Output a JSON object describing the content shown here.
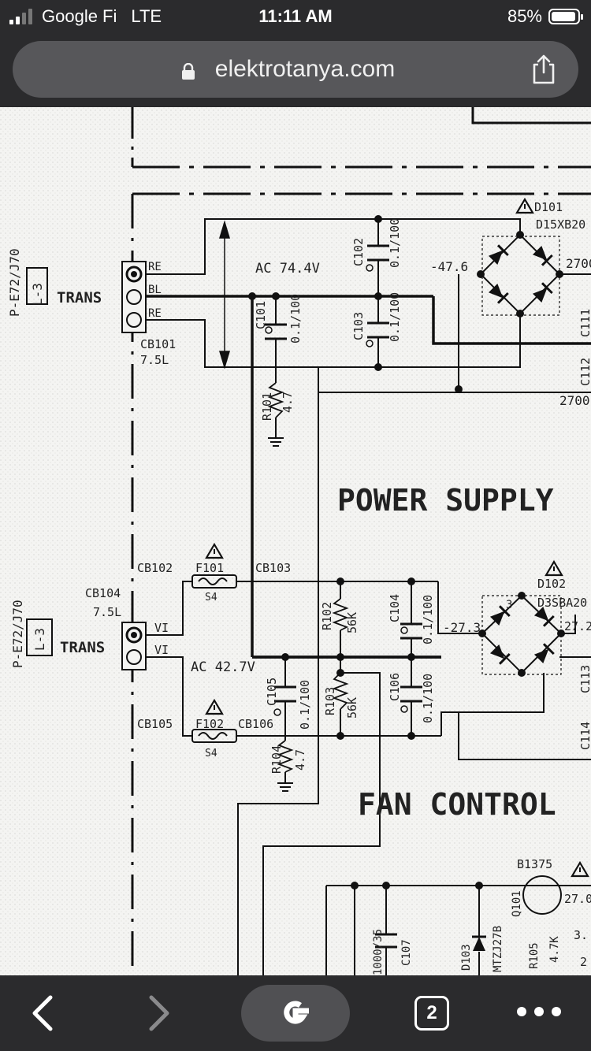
{
  "status_bar": {
    "carrier": "Google Fi",
    "network": "LTE",
    "time": "11:11 AM",
    "battery": "85%",
    "battery_level": 0.85
  },
  "browser": {
    "url": "elektrotanya.com",
    "tab_count": "2"
  },
  "schematic": {
    "connector_top": {
      "ref": "P-E72/J70",
      "box": "L-3",
      "label": "TRANS",
      "pins": [
        "RE",
        "BL",
        "RE"
      ],
      "cb": "CB101",
      "cb_value": "7.5L"
    },
    "connector_bottom": {
      "ref": "P-E72/J70",
      "box": "L-3",
      "label": "TRANS",
      "pins": [
        "VI",
        "VI"
      ],
      "cb": "CB104",
      "cb_value": "7.5L"
    },
    "ac_top": "AC 74.4V",
    "ac_bottom": "AC 42.7V",
    "c102": "C102",
    "c102_val": "0.1/100",
    "c103": "C103",
    "c103_val": "0.1/100",
    "c101": "C101",
    "c101_val": "0.1/100",
    "r101": "R101",
    "r101_val": "4.7",
    "d101": "D101",
    "d101_part": "D15XB20",
    "v_neg47": "-47.6",
    "v_2700a": "2700",
    "v_2700b": "2700",
    "c111": "C111",
    "c112": "C112",
    "section_power": "POWER SUPPLY",
    "section_fan": "FAN CONTROL",
    "cb102": "CB102",
    "f101": "F101",
    "s4a": "S4",
    "cb103": "CB103",
    "r102": "R102",
    "r102_val": "56K",
    "c104": "C104",
    "c104_val": "0.1/100",
    "d102": "D102",
    "d102_part": "D3SBA20",
    "d102_pin": "3",
    "v_neg27": "-27.3",
    "v_27": "27.2",
    "c105": "C105",
    "c105_val": "0.1/100",
    "r103": "R103",
    "r103_val": "56K",
    "c106": "C106",
    "c106_val": "0.1/100",
    "c113": "C113",
    "c114": "C114",
    "cb105": "CB105",
    "f102": "F102",
    "cb106": "CB106",
    "s4b": "S4",
    "r104": "R104",
    "r104_val": "4.7",
    "b1375": "B1375",
    "q101": "Q101",
    "v_27b": "27.0",
    "c107": "C107",
    "c107_val": "1000/35",
    "d103": "D103",
    "d103_part": "MTZJ27B",
    "r105": "R105",
    "r105_val": "4.7K",
    "v_3": "3.",
    "v_2": "2"
  }
}
